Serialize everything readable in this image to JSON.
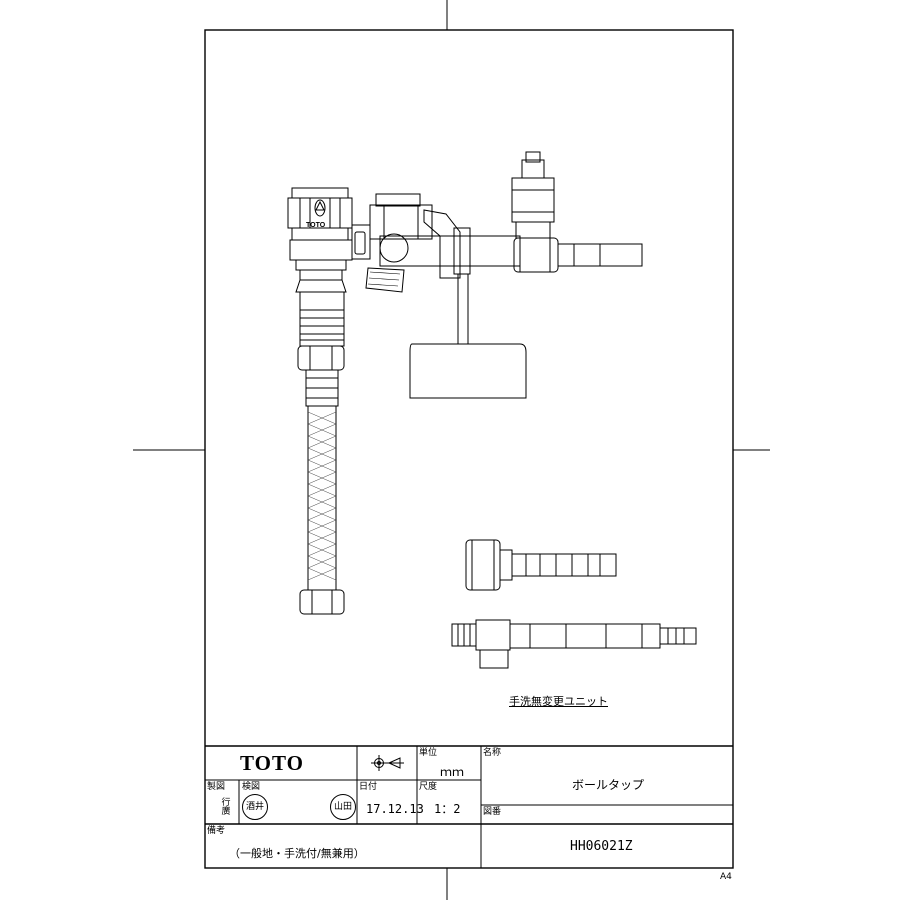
{
  "sheet": {
    "paper_size": "A4"
  },
  "drawing": {
    "caption": "手洗無変更ユニット",
    "device_label": "TOTO"
  },
  "title_block": {
    "company": "TOTO",
    "labels": {
      "manufacture": "製図",
      "inspection": "検図",
      "date": "日付",
      "unit": "単位",
      "scale": "尺度",
      "name": "名称",
      "drawing_number": "図番",
      "remarks": "備考"
    },
    "drafter": "行廣",
    "inspector": "酒井",
    "approver": "山田",
    "date": "17.12.13",
    "unit": "ｍｍ",
    "scale": "1：2",
    "product_name": "ボールタップ",
    "drawing_number": "HH06021Z",
    "note": "（一般地・手洗付/無兼用）"
  }
}
